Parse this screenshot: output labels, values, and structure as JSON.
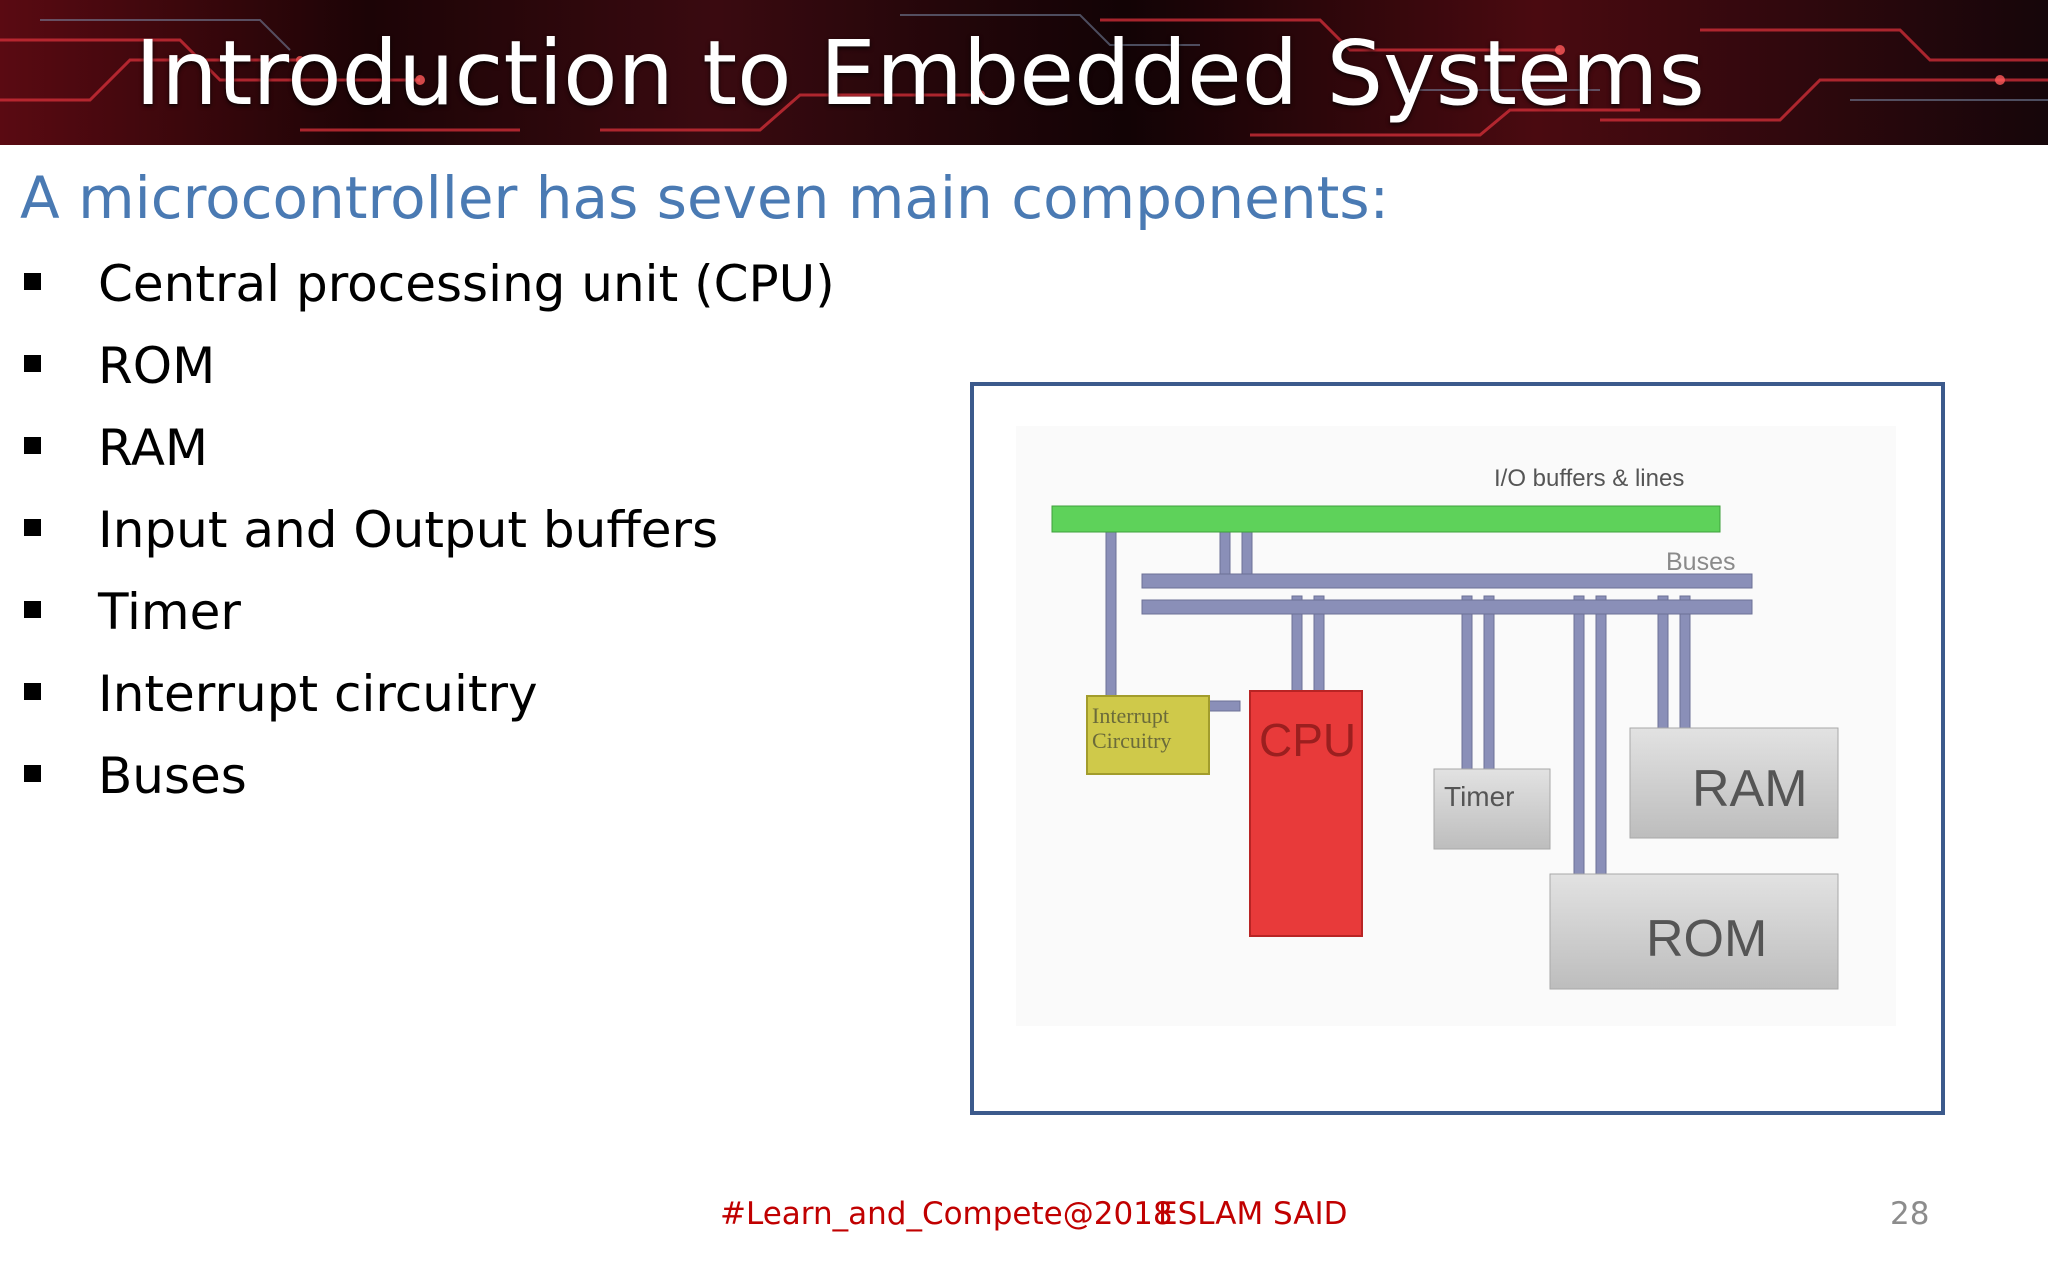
{
  "slide": {
    "title": "Introduction to Embedded Systems",
    "subtitle": "A microcontroller has seven main components:",
    "bullets": [
      "Central processing unit (CPU)",
      "ROM",
      "RAM",
      "Input and Output buffers",
      "Timer",
      "Interrupt circuitry",
      "Buses"
    ]
  },
  "diagram": {
    "io_label": "I/O buffers & lines",
    "buses_label": "Buses",
    "interrupt_label_line1": "Interrupt",
    "interrupt_label_line2": "Circuitry",
    "cpu_label": "CPU",
    "timer_label": "Timer",
    "ram_label": "RAM",
    "rom_label": "ROM",
    "colors": {
      "io_bar": "#5ed25a",
      "bus": "#8a8fb8",
      "cpu": "#e83a3a",
      "interrupt": "#cfc94a",
      "memory": "#c9c9c9"
    }
  },
  "footer": {
    "hashtag": "#Learn_and_Compete@2018",
    "author": "ESLAM SAID",
    "page_number": "28"
  }
}
